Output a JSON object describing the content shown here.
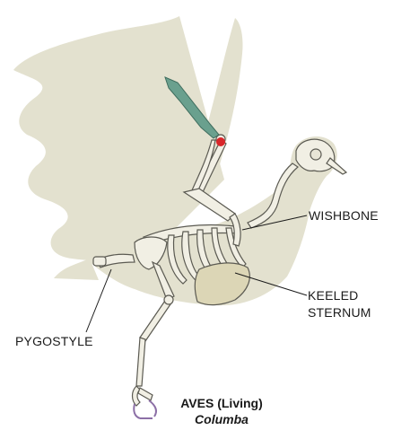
{
  "labels": {
    "wishbone": "WISHBONE",
    "keeled_line1": "KEELED",
    "keeled_line2": "STERNUM",
    "pygostyle": "PYGOSTYLE"
  },
  "caption": {
    "group": "AVES (Living)",
    "genus": "Columba"
  },
  "colors": {
    "silhouette": "#e3e1cf",
    "bone": "#f1efe4",
    "bone_outline": "#5b5a52",
    "sternum": "#dcd6b6",
    "alula_green": "#6aa08e",
    "wrist_red": "#d9262a",
    "claw_purple": "#8c6fa6"
  }
}
